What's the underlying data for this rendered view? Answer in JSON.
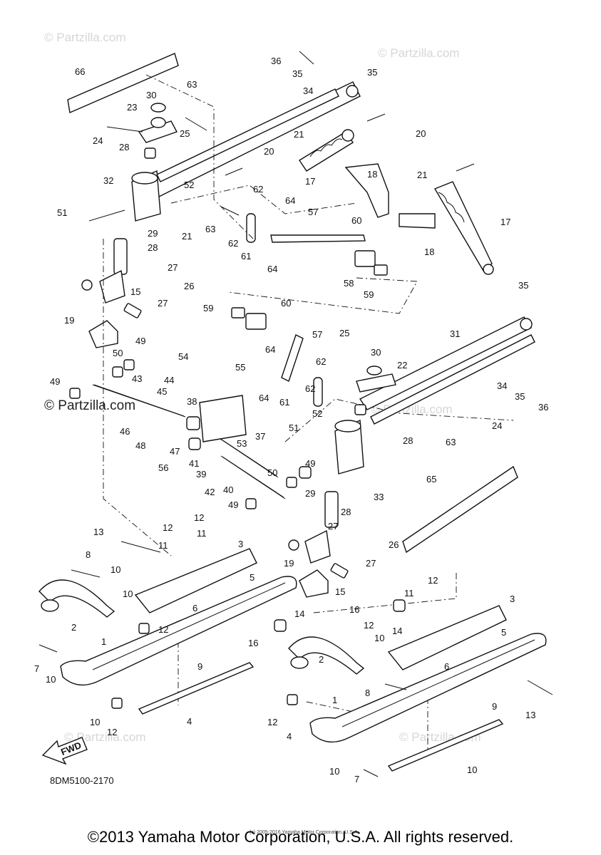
{
  "watermarks": {
    "top_left": "© Partzilla.com",
    "top_right": "© Partzilla.com",
    "middle_left": "© Partzilla.com",
    "middle_right": "© Partzilla.com",
    "bottom_left": "© Partzilla.com",
    "bottom_right": "© Partzilla.com"
  },
  "diagram_code": "8DM5100-2170",
  "fwd_label": "FWD",
  "small_print": "(c) 2005-2016 Yamaha Motor Corporation, U.S.A.",
  "footer_copyright": "©2013 Yamaha Motor Corporation, U.S.A. All rights reserved.",
  "callouts": [
    "66",
    "36",
    "35",
    "35",
    "34",
    "63",
    "30",
    "23",
    "25",
    "24",
    "20",
    "21",
    "28",
    "20",
    "18",
    "32",
    "52",
    "17",
    "21",
    "62",
    "64",
    "51",
    "63",
    "57",
    "60",
    "17",
    "29",
    "21",
    "62",
    "28",
    "61",
    "64",
    "18",
    "27",
    "26",
    "58",
    "59",
    "15",
    "27",
    "35",
    "19",
    "59",
    "60",
    "57",
    "31",
    "25",
    "30",
    "49",
    "64",
    "22",
    "50",
    "54",
    "55",
    "62",
    "43",
    "49",
    "44",
    "64",
    "62",
    "34",
    "35",
    "36",
    "45",
    "38",
    "61",
    "52",
    "24",
    "46",
    "51",
    "28",
    "63",
    "48",
    "47",
    "53",
    "37",
    "56",
    "41",
    "49",
    "50",
    "39",
    "29",
    "33",
    "42",
    "40",
    "65",
    "49",
    "28",
    "12",
    "13",
    "12",
    "11",
    "3",
    "27",
    "8",
    "11",
    "26",
    "10",
    "19",
    "27",
    "5",
    "15",
    "12",
    "16",
    "11",
    "10",
    "6",
    "12",
    "14",
    "2",
    "14",
    "12",
    "10",
    "16",
    "1",
    "9",
    "7",
    "10",
    "3",
    "5",
    "2",
    "6",
    "8",
    "13",
    "1",
    "9",
    "12",
    "10",
    "4",
    "12",
    "10",
    "4",
    "10",
    "7"
  ]
}
